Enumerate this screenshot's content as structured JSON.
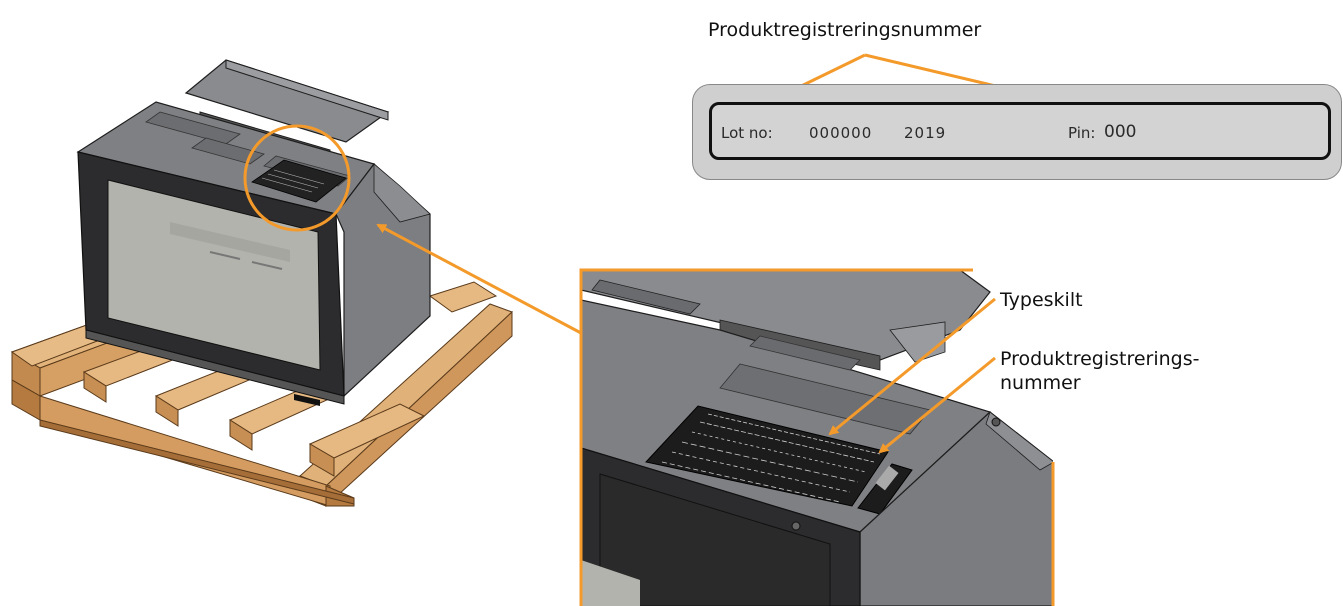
{
  "labels": {
    "product_registration_number": "Produktregistreringsnummer",
    "type_plate": "Typeskilt",
    "product_registration_number_part1": "Produktregistrerings-",
    "product_registration_number_part2": "nummer"
  },
  "lot_plate": {
    "lot_label": "Lot no:",
    "lot_number": "000000",
    "year": "2019",
    "pin_label": "Pin:",
    "pin_value": "000"
  },
  "colors": {
    "callout_orange": "#f39a2b",
    "steel_gray": "#7b7c80",
    "dark_steel": "#2c2c2e",
    "glass": "#b3b3ad",
    "wood": "#d9aa70",
    "wood_dark": "#b57d45",
    "plate_black": "#1a1a1a"
  }
}
